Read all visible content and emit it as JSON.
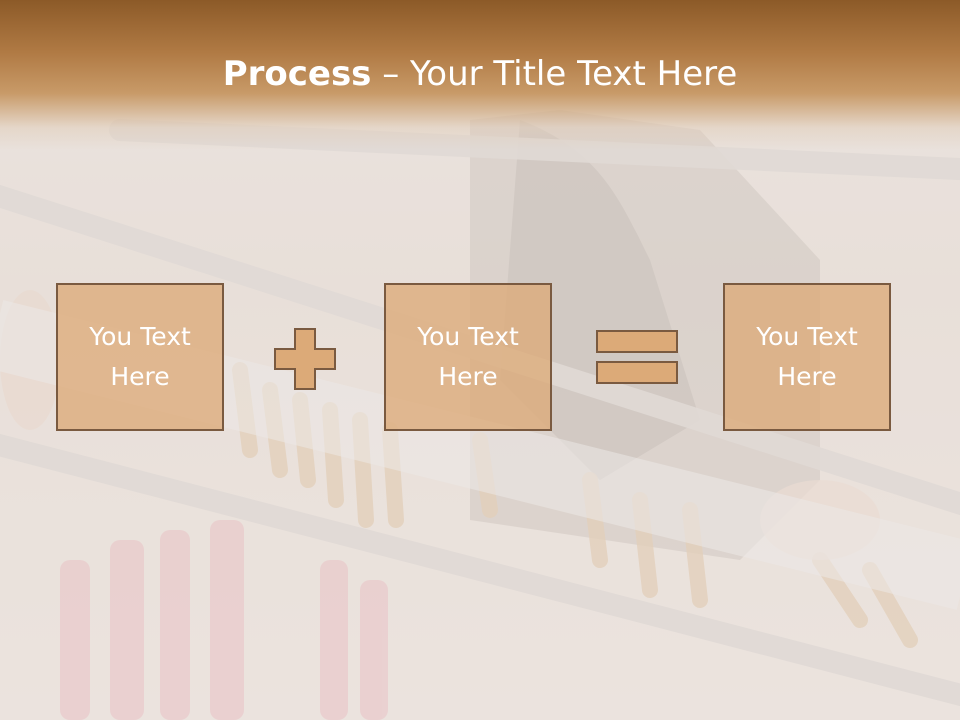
{
  "title": {
    "bold": "Process",
    "rest": " – Your Title Text Here"
  },
  "boxes": [
    {
      "line1": "You Text",
      "line2": "Here"
    },
    {
      "line1": "You Text",
      "line2": "Here"
    },
    {
      "line1": "You Text",
      "line2": "Here"
    }
  ],
  "colors": {
    "title_band": "#b07a44",
    "box_fill": "#dcaa78",
    "box_border": "#7a5a40",
    "operator_fill": "#dcaa78"
  },
  "operators": [
    "plus-icon",
    "equals-icon"
  ]
}
